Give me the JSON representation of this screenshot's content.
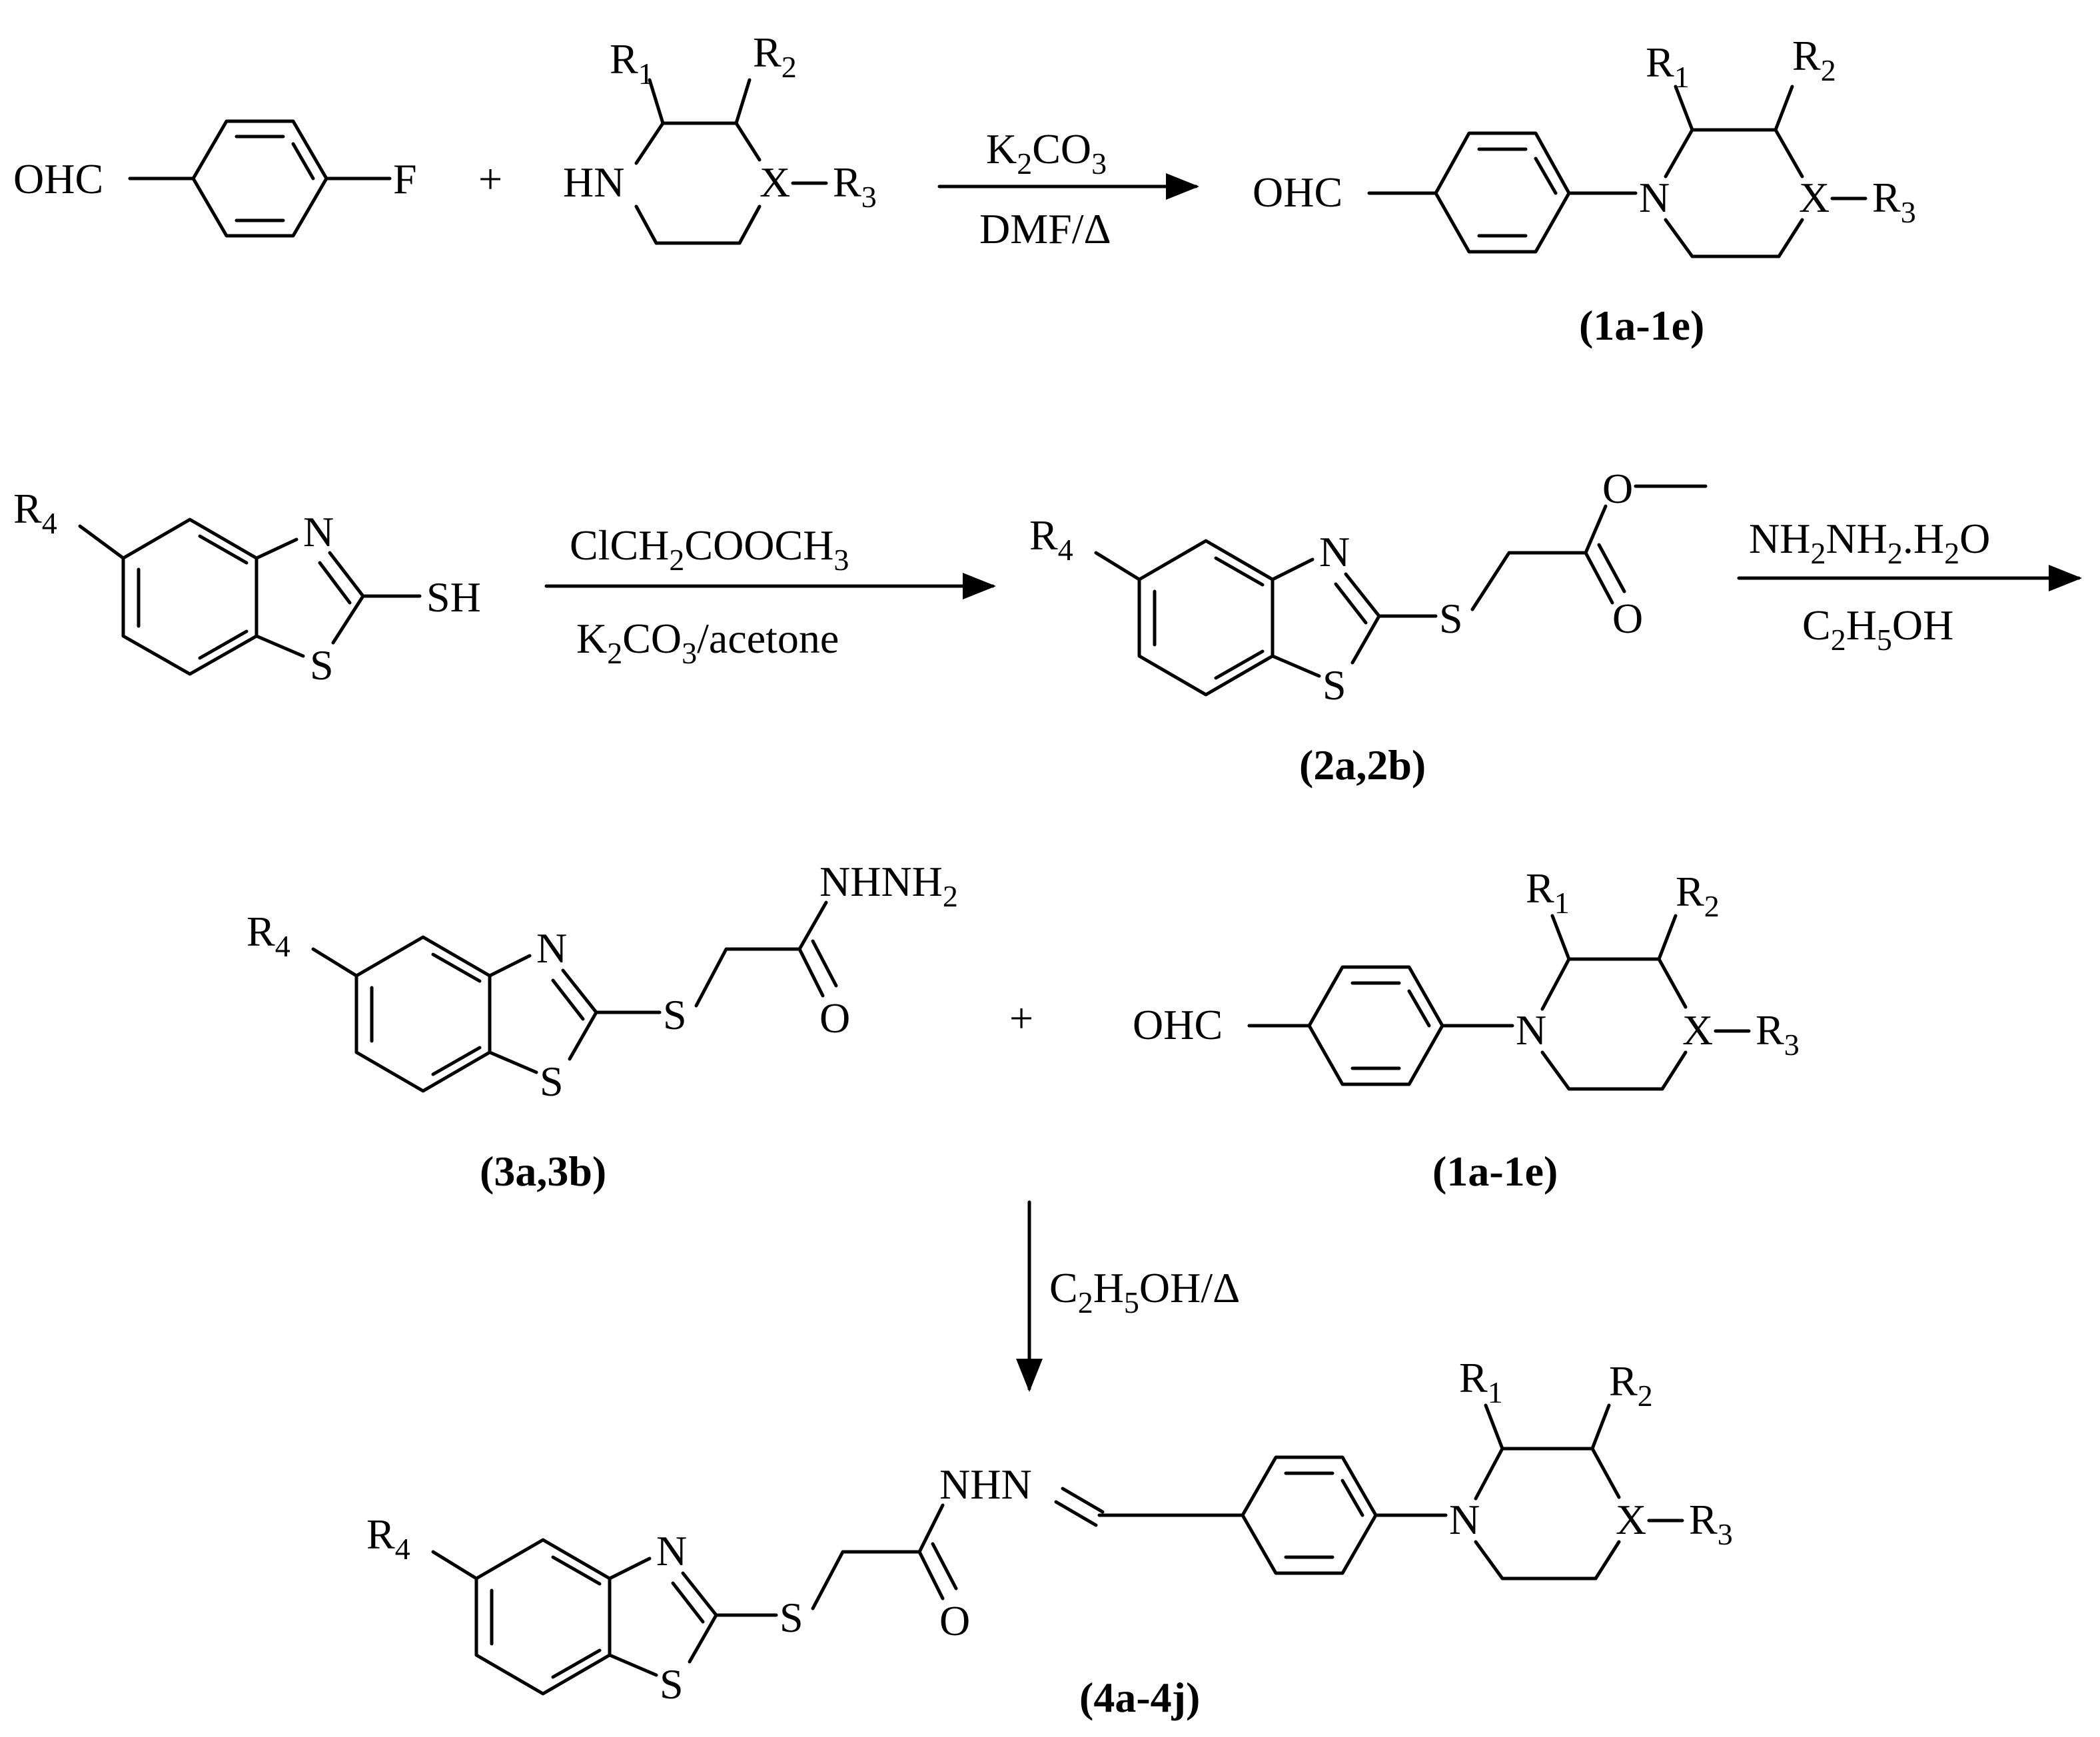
{
  "reactions": {
    "step1": {
      "reagent_top": "K",
      "reagent_top_sub": "2",
      "reagent_top_rest": "CO",
      "reagent_top_sub2": "3",
      "reagent_bottom": "DMF/Δ"
    },
    "step2": {
      "reagent_top": "ClCH",
      "reagent_top_sub": "2",
      "reagent_top_rest": "COOCH",
      "reagent_top_sub2": "3",
      "reagent_bottom_a": "K",
      "reagent_bottom_sub": "2",
      "reagent_bottom_b": "CO",
      "reagent_bottom_sub2": "3",
      "reagent_bottom_c": "/acetone"
    },
    "step3": {
      "reagent_top_a": "NH",
      "reagent_top_sub": "2",
      "reagent_top_b": "NH",
      "reagent_top_sub2": "2",
      "reagent_top_c": ".H",
      "reagent_top_sub3": "2",
      "reagent_top_d": "O",
      "reagent_bottom_a": "C",
      "reagent_bottom_sub": "2",
      "reagent_bottom_b": "H",
      "reagent_bottom_sub2": "5",
      "reagent_bottom_c": "OH"
    },
    "step4": {
      "reagent_a": "C",
      "reagent_sub": "2",
      "reagent_b": "H",
      "reagent_sub2": "5",
      "reagent_c": "OH/Δ"
    }
  },
  "compound_labels": {
    "c1_top": "(1a-1e)",
    "c2": "(2a,2b)",
    "c3": "(3a,3b)",
    "c1_mid": "(1a-1e)",
    "c4": "(4a-4j)"
  },
  "atoms": {
    "OHC": "OHC",
    "F": "F",
    "plus": "+",
    "HN": "HN",
    "N": "N",
    "X": "X",
    "S": "S",
    "O": "O",
    "SH": "SH",
    "R": "R",
    "r1": "1",
    "r2": "2",
    "r3": "3",
    "r4": "4",
    "NHNH": "NHNH",
    "nh2sub": "2",
    "NHN": "NHN"
  }
}
